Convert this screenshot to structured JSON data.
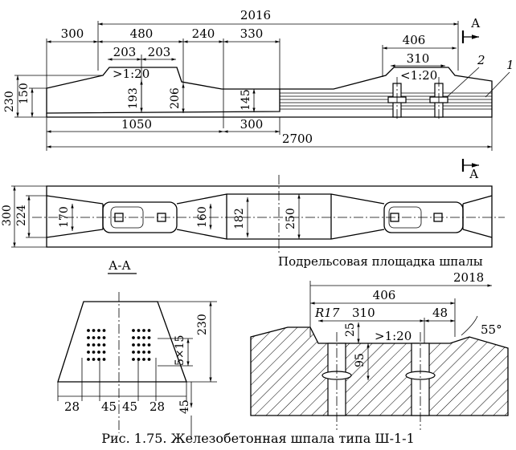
{
  "figure": {
    "caption": "Рис. 1.75. Железобетонная шпала типа Ш-1-1",
    "section_label": "А-А",
    "section_mark": "А",
    "subtitle": "Подрельсовая площадка шпалы"
  },
  "side_view": {
    "top_dims": [
      "2016",
      "300",
      "480",
      "240",
      "330",
      "406"
    ],
    "sub_dims": [
      "203",
      "203",
      "310"
    ],
    "slopes": [
      ">1:20",
      "<1:20"
    ],
    "vert_dims": [
      "230",
      "150",
      "193",
      "206",
      "145"
    ],
    "bottom_dims": [
      "1050",
      "300",
      "2700"
    ],
    "leaders": [
      "2",
      "1"
    ]
  },
  "plan_view": {
    "dims": [
      "300",
      "224",
      "170",
      "160",
      "182",
      "250"
    ]
  },
  "section_view": {
    "dims": [
      "230",
      "5×15",
      "45",
      "28",
      "45",
      "45",
      "28"
    ]
  },
  "detail_view": {
    "dims": [
      "2018",
      "406",
      "R17",
      "310",
      "48",
      "25",
      "95",
      ">1:20",
      "55°"
    ]
  }
}
